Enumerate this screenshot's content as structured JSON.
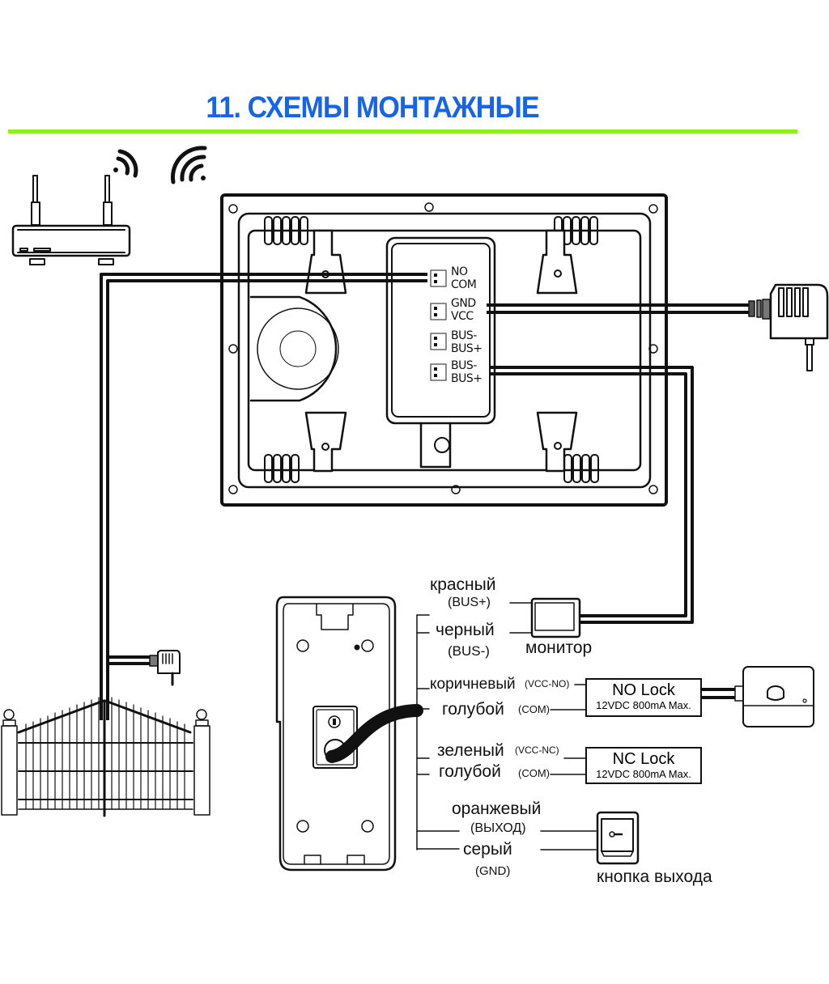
{
  "header": {
    "title": "11. СХЕМЫ МОНТАЖНЫЕ",
    "title_color": "#1565e6",
    "rule_color": "#8ef01c"
  },
  "monitor": {
    "terminals": [
      {
        "top": "NO",
        "bottom": "COM"
      },
      {
        "top": "GND",
        "bottom": "VCC"
      },
      {
        "top": "BUS-",
        "bottom": "BUS+"
      },
      {
        "top": "BUS-",
        "bottom": "BUS+"
      }
    ]
  },
  "outdoor_panel": {
    "wires": [
      {
        "color_name": "красный",
        "signal": "(BUS+)"
      },
      {
        "color_name": "черный",
        "signal": "(BUS-)"
      },
      {
        "color_name": "коричневый",
        "signal": "(VCC-NO)"
      },
      {
        "color_name": "голубой",
        "signal": "(COM)"
      },
      {
        "color_name": "зеленый",
        "signal": "(VCC-NC)"
      },
      {
        "color_name": "голубой",
        "signal": "(COM)"
      },
      {
        "color_name": "оранжевый",
        "signal": "(ВЫХОД)"
      },
      {
        "color_name": "серый",
        "signal": "(GND)"
      }
    ]
  },
  "devices": {
    "monitor_label": "монитор",
    "no_lock": {
      "name": "NO Lock",
      "spec": "12VDC 800mA Max."
    },
    "nc_lock": {
      "name": "NC Lock",
      "spec": "12VDC 800mA Max."
    },
    "exit_button_label": "кнопка выхода"
  },
  "icons": [
    "router-icon",
    "wifi-icon",
    "monitor-back-icon",
    "power-adapter-icon",
    "gate-icon",
    "outdoor-panel-icon",
    "electric-lock-icon",
    "exit-button-icon"
  ]
}
